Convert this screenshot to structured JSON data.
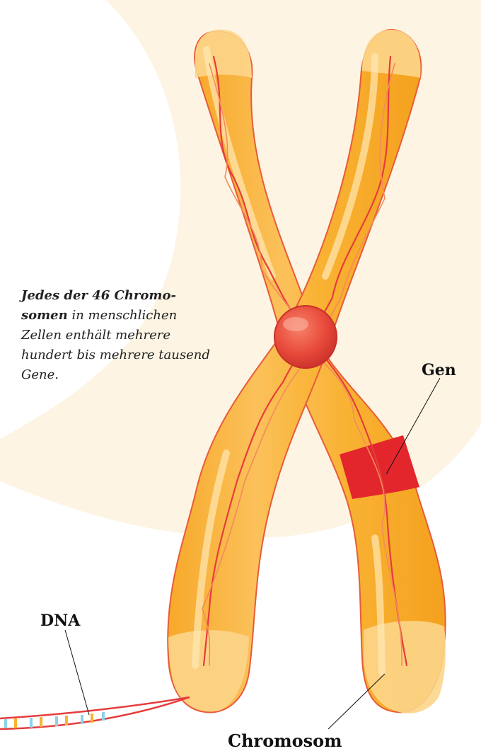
{
  "caption": {
    "bold_part": "Jedes der 46 Chromo-somen",
    "regular_part": " in menschlichen Zellen enthält mehrere hundert bis mehrere tausend Gene."
  },
  "labels": {
    "gene": "Gen",
    "dna": "DNA",
    "chromosome": "Chromosom"
  },
  "colors": {
    "background_blob": "#fdf4e3",
    "chromatid_fill": "#f9b233",
    "chromatid_light": "#fcd58a",
    "chromatid_outline": "#e85b3a",
    "centromere": "#e84a3a",
    "gene_band": "#e3262c",
    "dna_strand": "#e63c3c",
    "dna_rung_blue": "#8fd1e6",
    "dna_rung_orange": "#f9b233",
    "text": "#111111"
  }
}
